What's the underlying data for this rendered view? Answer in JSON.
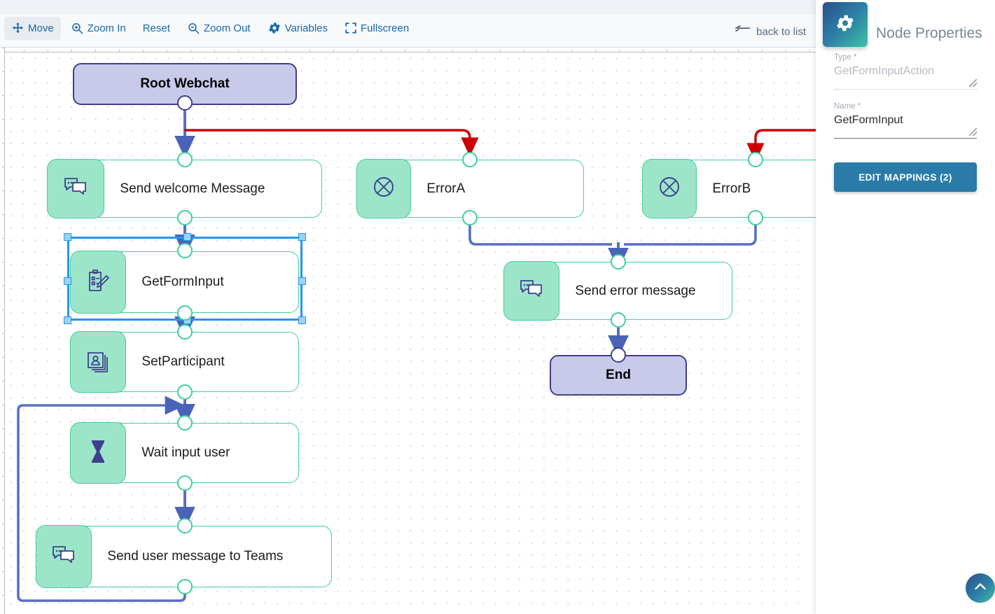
{
  "toolbar": {
    "buttons": [
      {
        "label": "Move",
        "icon": "move-icon",
        "active": true
      },
      {
        "label": "Zoom In",
        "icon": "zoom-in-icon",
        "active": false
      },
      {
        "label": "Reset",
        "icon": "none",
        "active": false
      },
      {
        "label": "Zoom Out",
        "icon": "zoom-out-icon",
        "active": false
      },
      {
        "label": "Variables",
        "icon": "gear-icon",
        "active": false
      },
      {
        "label": "Fullscreen",
        "icon": "fullscreen-icon",
        "active": false
      }
    ],
    "back_to_list": "back to list"
  },
  "panel": {
    "icon": "gear-icon",
    "title": "Node Properties",
    "fields": [
      {
        "label": "Type *",
        "value": "GetFormInputAction",
        "disabled": true
      },
      {
        "label": "Name *",
        "value": "GetFormInput",
        "disabled": false
      }
    ],
    "edit_mappings_label": "EDIT MAPPINGS (2)"
  },
  "fab": {
    "icon": "chevron-up-icon"
  },
  "diagram": {
    "nodes": [
      {
        "id": "root",
        "label": "Root Webchat",
        "kind": "terminal"
      },
      {
        "id": "welcome",
        "label": "Send welcome Message",
        "kind": "action",
        "icon": "chat-bubbles-icon"
      },
      {
        "id": "errorA",
        "label": "ErrorA",
        "kind": "action",
        "icon": "circle-x-icon"
      },
      {
        "id": "errorB",
        "label": "ErrorB",
        "kind": "action",
        "icon": "circle-x-icon"
      },
      {
        "id": "getforminput",
        "label": "GetFormInput",
        "kind": "action",
        "icon": "clipboard-pencil-icon",
        "selected": true
      },
      {
        "id": "setpart",
        "label": "SetParticipant",
        "kind": "action",
        "icon": "person-card-icon"
      },
      {
        "id": "wait",
        "label": "Wait input user",
        "kind": "action",
        "icon": "hourglass-icon"
      },
      {
        "id": "teams",
        "label": "Send user message to Teams",
        "kind": "action",
        "icon": "chat-bubbles-icon"
      },
      {
        "id": "senderr",
        "label": "Send error message",
        "kind": "action",
        "icon": "chat-bubbles-icon"
      },
      {
        "id": "end",
        "label": "End",
        "kind": "terminal"
      }
    ]
  },
  "colors": {
    "accent_blue": "#1769aa",
    "node_green_border": "#3fcf9b",
    "node_green_fill": "#9ce5c9",
    "terminal_fill": "#c9caea",
    "terminal_border": "#3f3f8f",
    "connector_blue": "#4a63b8",
    "connector_red": "#cc0000",
    "selection_blue": "#2196f3"
  }
}
